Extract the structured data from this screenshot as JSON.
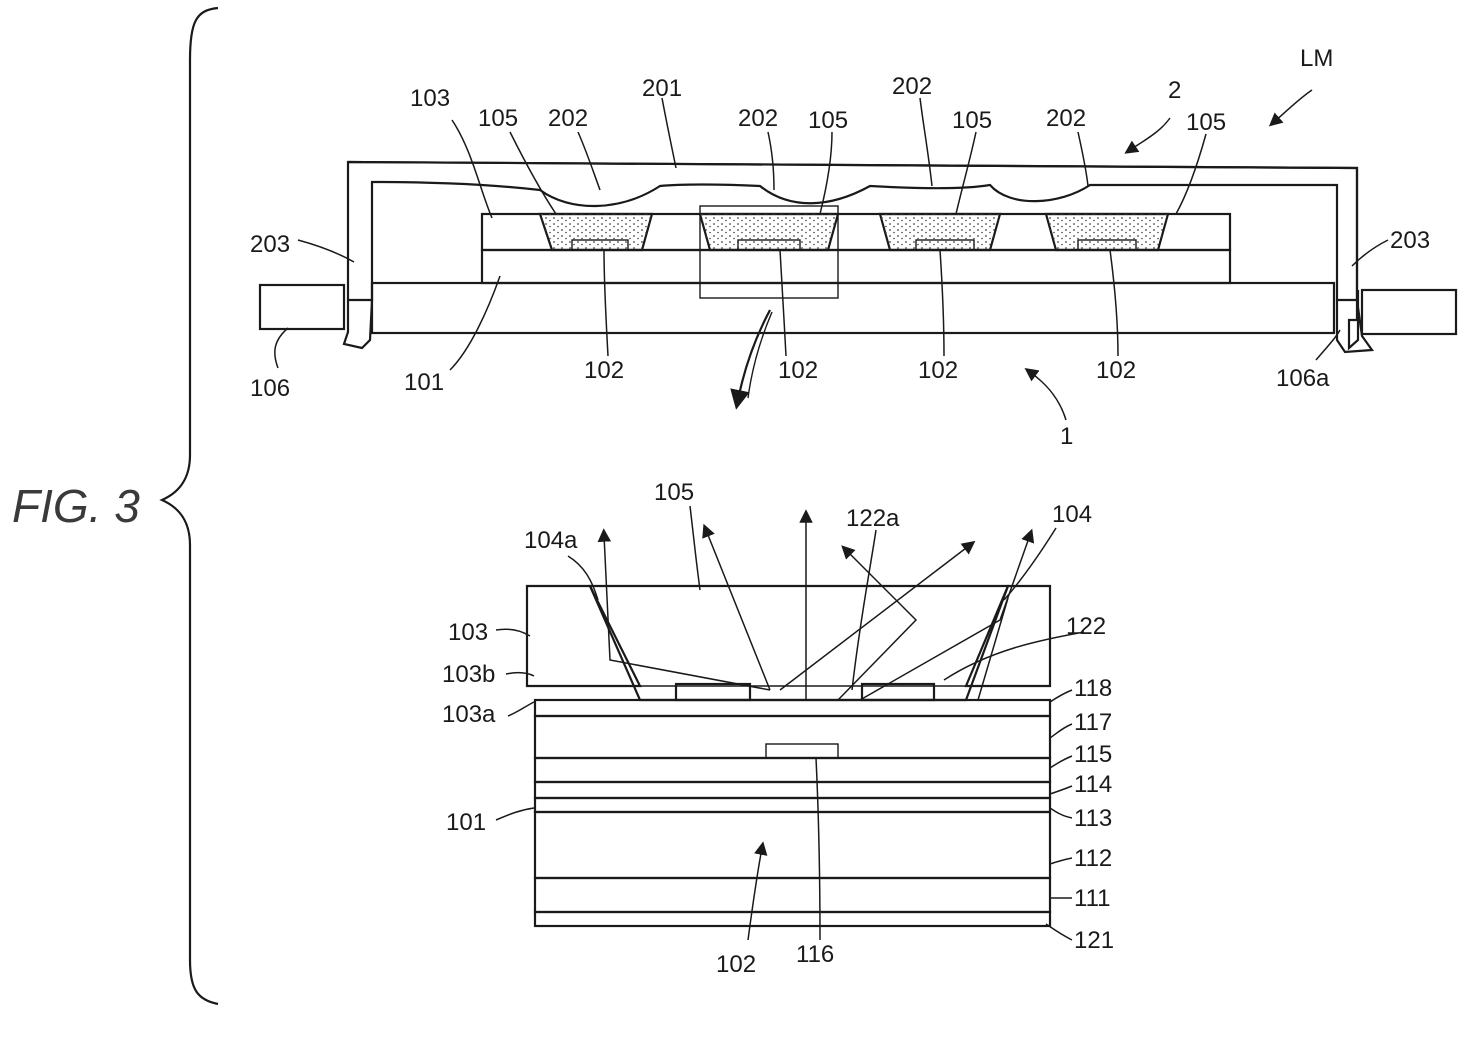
{
  "figure_label": "FIG. 3",
  "upper_labels": {
    "lm": "LM",
    "l2": "2",
    "l1": "1",
    "l201": "201",
    "l202a": "202",
    "l202b": "202",
    "l202c": "202",
    "l202d": "202",
    "l103": "103",
    "l105a": "105",
    "l105b": "105",
    "l105c": "105",
    "l105d": "105",
    "l203a": "203",
    "l203b": "203",
    "l106": "106",
    "l106a": "106a",
    "l101": "101",
    "l102a": "102",
    "l102b": "102",
    "l102c": "102",
    "l102d": "102"
  },
  "lower_labels": {
    "l105": "105",
    "l104a": "104a",
    "l122a": "122a",
    "l104": "104",
    "l103": "103",
    "l103b": "103b",
    "l103a": "103a",
    "l122": "122",
    "l118": "118",
    "l117": "117",
    "l115": "115",
    "l114": "114",
    "l113": "113",
    "l112": "112",
    "l111": "111",
    "l121": "121",
    "l101": "101",
    "l102": "102",
    "l116": "116"
  }
}
